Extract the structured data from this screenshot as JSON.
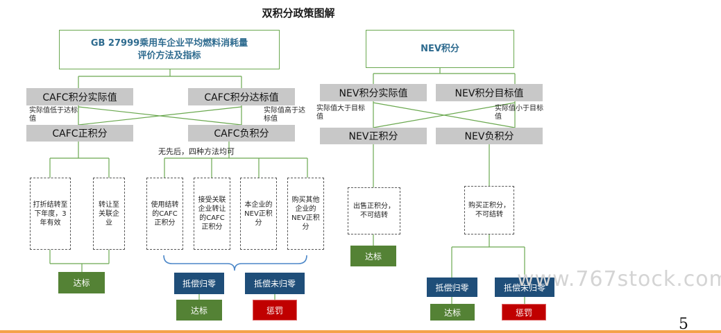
{
  "title": "双积分政策图解",
  "left_header": {
    "line1": "GB 27999乘用车企业平均燃料消耗量",
    "line2": "评价方法及指标"
  },
  "right_header": "NEV积分",
  "cafc_actual": "CAFC积分实际值",
  "cafc_target": "CAFC积分达标值",
  "cafc_note_low": "实际值低于达标值",
  "cafc_note_high": "实际值高于达标值",
  "cafc_positive": "CAFC正积分",
  "cafc_negative": "CAFC负积分",
  "cafc_methods_note": "无先后，四种方法均可",
  "cafc_pos_opts": [
    "打折结转至下年度，3年有效",
    "转让至关联企业"
  ],
  "cafc_neg_opts": [
    "使用结转的CAFC正积分",
    "接受关联企业转让的CAFC正积分",
    "本企业的NEV正积分",
    "购买其他企业的NEV正积分"
  ],
  "nev_actual": "NEV积分实际值",
  "nev_target": "NEV积分目标值",
  "nev_note_high": "实际值大于目标值",
  "nev_note_low": "实际值小于目标值",
  "nev_positive": "NEV正积分",
  "nev_negative": "NEV负积分",
  "nev_pos_opt": "出售正积分，不可结转",
  "nev_neg_opt": "购买正积分，不可结转",
  "compliant": "达标",
  "offset_zero": "抵偿归零",
  "offset_not_zero": "抵偿未归零",
  "penalty": "惩罚",
  "watermark": "www.767stock.com",
  "page_number": "5"
}
